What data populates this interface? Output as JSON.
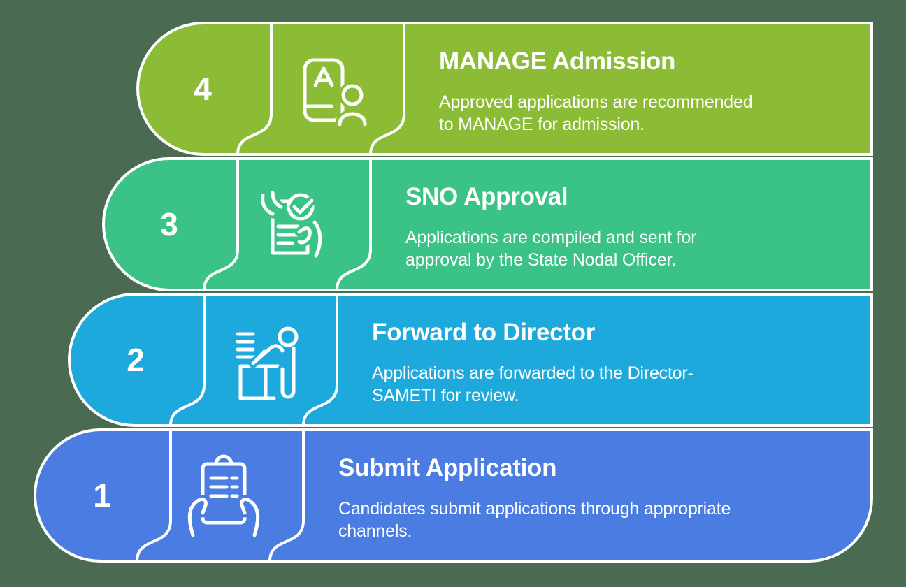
{
  "infographic": {
    "background_color": "#4a6a52",
    "outline_color": "#ffffff",
    "text_color": "#ffffff",
    "steps": [
      {
        "number": "1",
        "title": "Submit Application",
        "description": "Candidates submit applications through appropriate\nchannels.",
        "color": "#4b7ce1",
        "icon": "hands-holding-clipboard-icon"
      },
      {
        "number": "2",
        "title": "Forward to Director",
        "description": "Applications are forwarded to the Director-\nSAMETI for review.",
        "color": "#1ea9dc",
        "icon": "person-at-desk-icon"
      },
      {
        "number": "3",
        "title": "SNO Approval",
        "description": "Applications are compiled and sent for\napproval by the State Nodal Officer.",
        "color": "#3bc287",
        "icon": "document-check-hands-icon"
      },
      {
        "number": "4",
        "title": "MANAGE Admission",
        "description": "Approved applications are recommended\nto MANAGE for admission.",
        "color": "#8cbc35",
        "icon": "id-card-person-icon"
      }
    ]
  }
}
